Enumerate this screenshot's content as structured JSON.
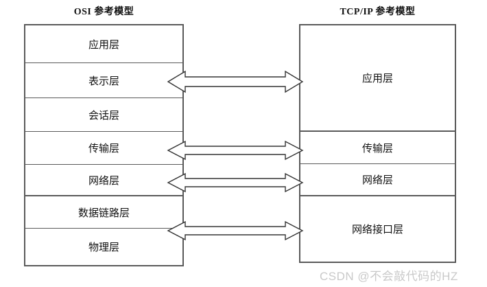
{
  "diagram": {
    "title_left": "OSI 参考模型",
    "title_right": "TCP/IP 参考模型",
    "osi_layers": [
      {
        "label": "应用层"
      },
      {
        "label": "表示层"
      },
      {
        "label": "会话层"
      },
      {
        "label": "传输层"
      },
      {
        "label": "网络层"
      },
      {
        "label": "数据链路层"
      },
      {
        "label": "物理层"
      }
    ],
    "tcp_layers": [
      {
        "label": "应用层"
      },
      {
        "label": "传输层"
      },
      {
        "label": "网络层"
      },
      {
        "label": "网络接口层"
      }
    ],
    "mappings": [
      {
        "from": "表示层",
        "to": "应用层"
      },
      {
        "from": "传输层",
        "to": "传输层"
      },
      {
        "from": "网络层",
        "to": "网络层"
      },
      {
        "from": "数据链路层",
        "to": "网络接口层"
      }
    ],
    "watermark": "CSDN @不会敲代码的HZ",
    "colors": {
      "border": "#595959",
      "text": "#111111",
      "background": "#ffffff",
      "watermark": "#c9c9c9"
    }
  }
}
